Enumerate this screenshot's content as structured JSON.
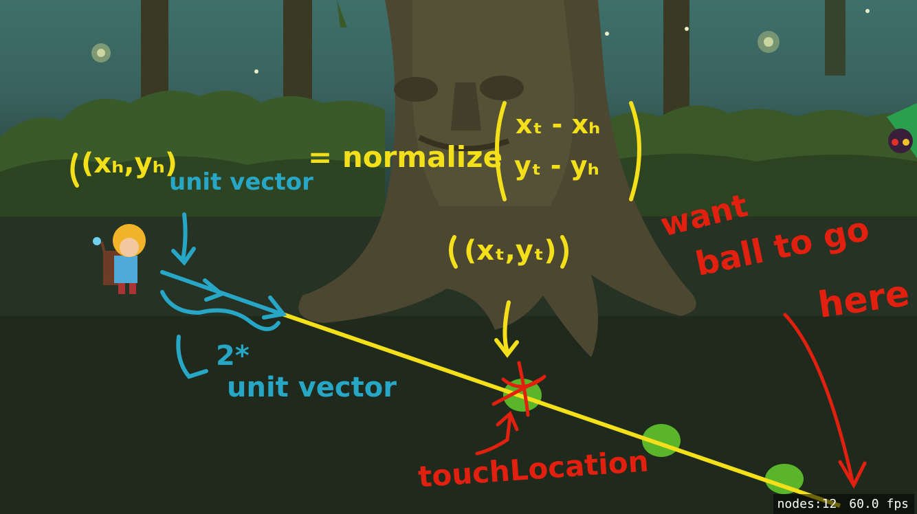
{
  "annotations": {
    "hero_coords": "(xₕ,yₕ)",
    "unit_vector_label": "unit vector",
    "normalize_eq": "= normalize",
    "matrix_top": "xₜ - xₕ",
    "matrix_bottom": "yₜ - yₕ",
    "touch_coords": "(xₜ,yₜ)",
    "two_times": "2*",
    "two_times_unit": "unit vector",
    "want_line1": "want",
    "want_line2": "ball to go",
    "want_line3": "here",
    "touch_location": "touchLocation"
  },
  "hud": {
    "nodes": "nodes:12",
    "fps": "60.0 fps"
  },
  "colors": {
    "yellow": "#f4e01a",
    "cyan": "#27a6c6",
    "red": "#e1200f"
  }
}
